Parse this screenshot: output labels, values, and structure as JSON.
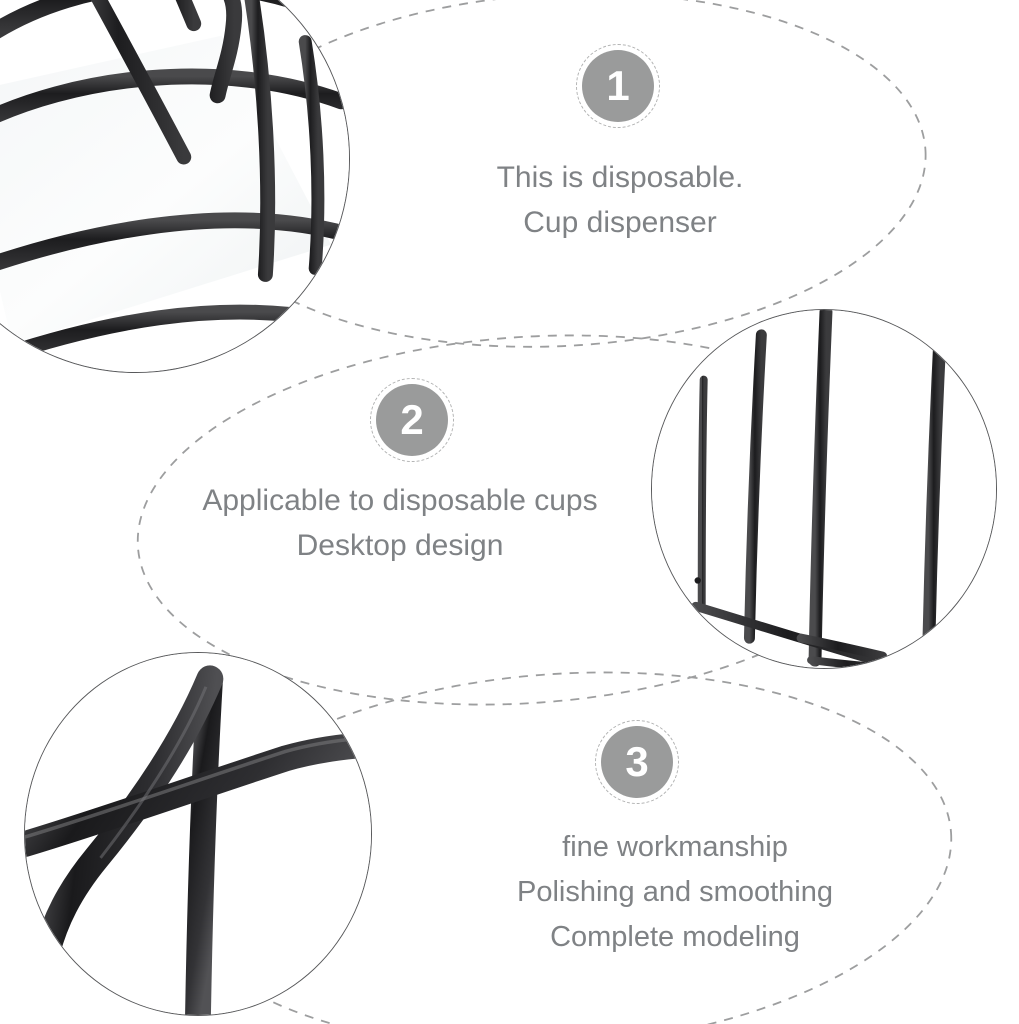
{
  "page": {
    "type": "product-feature-infographic",
    "background_color": "#ffffff",
    "badge_fill_color": "#9a9b9b",
    "badge_text_color": "#ffffff",
    "caption_text_color": "#7f8285",
    "dashed_outline_color": "#9d9e9f",
    "photo_border_color": "#58595b",
    "wire_color": "#262626"
  },
  "features": [
    {
      "number": "1",
      "caption": "This is disposable.\nCup dispenser",
      "photo_alt": "close-up of black wire rack grid corner"
    },
    {
      "number": "2",
      "caption": "Applicable to disposable cups\nDesktop design",
      "photo_alt": "close-up of vertical black wire rods of cup dispenser"
    },
    {
      "number": "3",
      "caption": "fine workmanship\nPolishing and smoothing\nComplete modeling",
      "photo_alt": "close-up of crossing polished black wire rods"
    }
  ]
}
